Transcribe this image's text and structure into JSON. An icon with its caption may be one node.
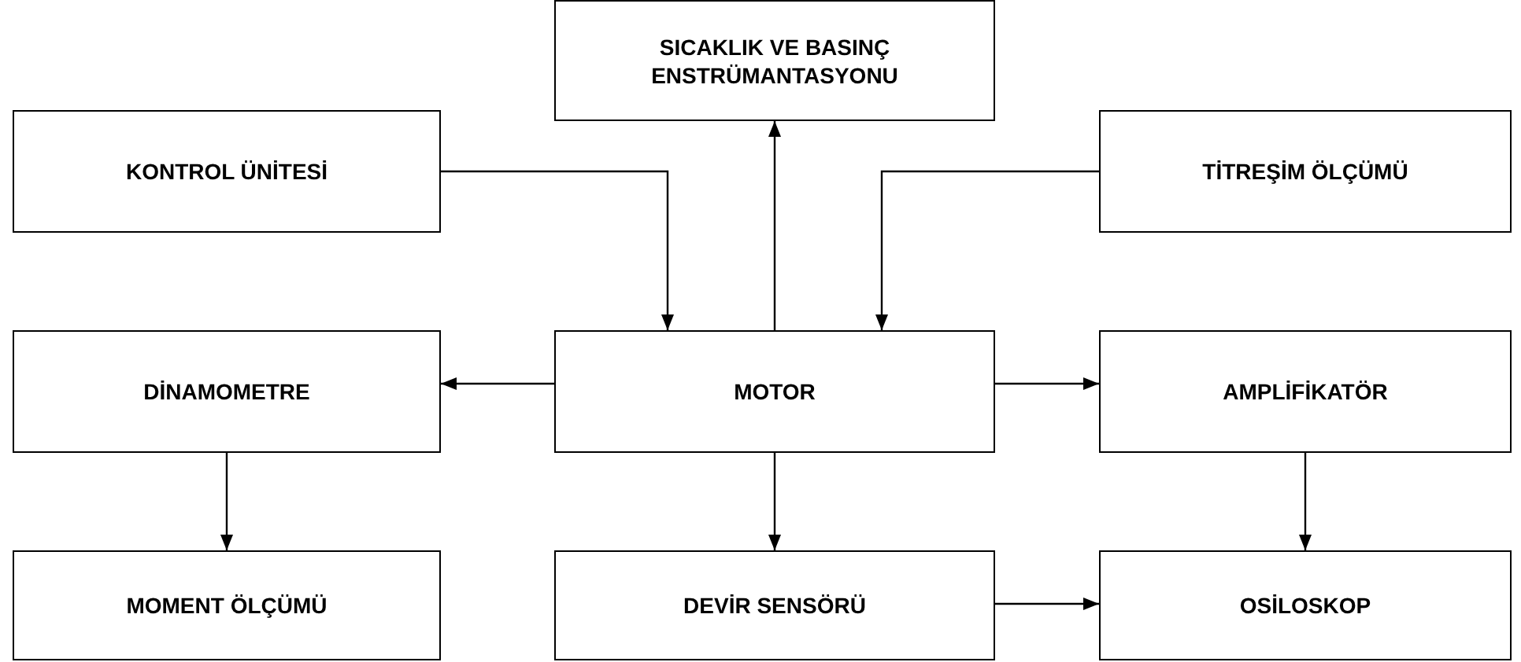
{
  "diagram": {
    "nodes": [
      {
        "text": [
          "SICAKLIK VE BASINÇ ENSTRÜMANTASYONU"
        ]
      },
      {
        "text": [
          "KONTROL ÜNİTESİ"
        ]
      },
      {
        "text": [
          "TİTREŞİM ÖLÇÜMÜ"
        ]
      },
      {
        "text": [
          "DİNAMOMETRE"
        ]
      },
      {
        "text": [
          "MOTOR"
        ]
      },
      {
        "text": [
          "AMPLİFİKATÖR"
        ]
      },
      {
        "text": [
          "MOMENT ÖLÇÜMÜ"
        ]
      },
      {
        "text": [
          "DEVİR SENSÖRÜ"
        ]
      },
      {
        "text": [
          "OSİLOSKOP"
        ]
      }
    ],
    "edges": [
      {
        "from": 1,
        "to": 4,
        "arrow": "to"
      },
      {
        "from": 4,
        "to": 0,
        "arrow": "to"
      },
      {
        "from": 2,
        "to": 4,
        "arrow": "to"
      },
      {
        "from": 4,
        "to": 3,
        "arrow": "to"
      },
      {
        "from": 4,
        "to": 5,
        "arrow": "to"
      },
      {
        "from": 3,
        "to": 6,
        "arrow": "to"
      },
      {
        "from": 4,
        "to": 7,
        "arrow": "to"
      },
      {
        "from": 5,
        "to": 8,
        "arrow": "to"
      },
      {
        "from": 7,
        "to": 8,
        "arrow": "to"
      }
    ]
  }
}
